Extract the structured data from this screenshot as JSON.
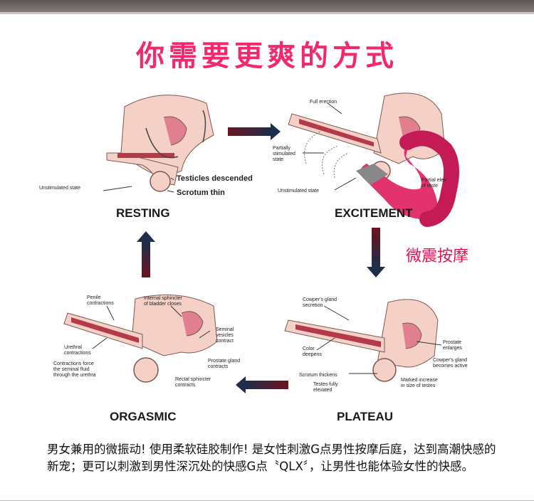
{
  "headline": "你需要更爽的方式",
  "stages": {
    "resting": "RESTING",
    "excitement": "EXCITEMENT",
    "plateau": "PLATEAU",
    "orgasmic": "ORGASMIC"
  },
  "resting_labels": {
    "testicles": "Testicles descended",
    "scrotum": "Scrotum thin",
    "unstimulated": "Unstimulated state"
  },
  "excitement_labels": {
    "full_erection": "Full erection",
    "partially": "Partially\nstimulated\nstate",
    "unstimulated": "Unstimulated state",
    "partial_elev": "Partial elev\nof teste"
  },
  "plateau_labels": {
    "cowper": "Cowper's gland\nsecretion",
    "color": "Color\ndeepens",
    "prostate": "Prostate\nenlarges",
    "cowper_active": "Cowper's gland\nbecomes active",
    "scrotum_thickens": "Scrotum thickens",
    "testes_elevated": "Testes fully\nelevated",
    "marked": "Marked increase\nin size of testes"
  },
  "orgasmic_labels": {
    "penile": "Penile\ncontractions",
    "internal": "Internal sphincter\nof bladder closes",
    "seminal": "Seminal\nvesicles\ncontract",
    "urethral": "Urethral\ncontractions",
    "contractions_force": "Contractions force\nthe seminal fluid\nthrough the urethra",
    "prostate_contracts": "Prostate gland\ncontracts",
    "rectal": "Rectal sphincter\ncontracts"
  },
  "accent_label": "微震按摩",
  "caption": "男女兼用的微振动! 使用柔软硅胶制作! 是女性刺激G点男性按摩后庭，达到高潮快感的新宠；更可以刺激到男性深沉处的快感G点〝QLX〞，让男性也能体验女性的快感。",
  "colors": {
    "headline": "#f2296f",
    "accent": "#e8114f",
    "arrow_top": "#6b1420",
    "arrow_bottom": "#1d2d4a",
    "skin": "#f5d0c6",
    "organ": "#b43a4a",
    "toy": "#e2336f"
  }
}
